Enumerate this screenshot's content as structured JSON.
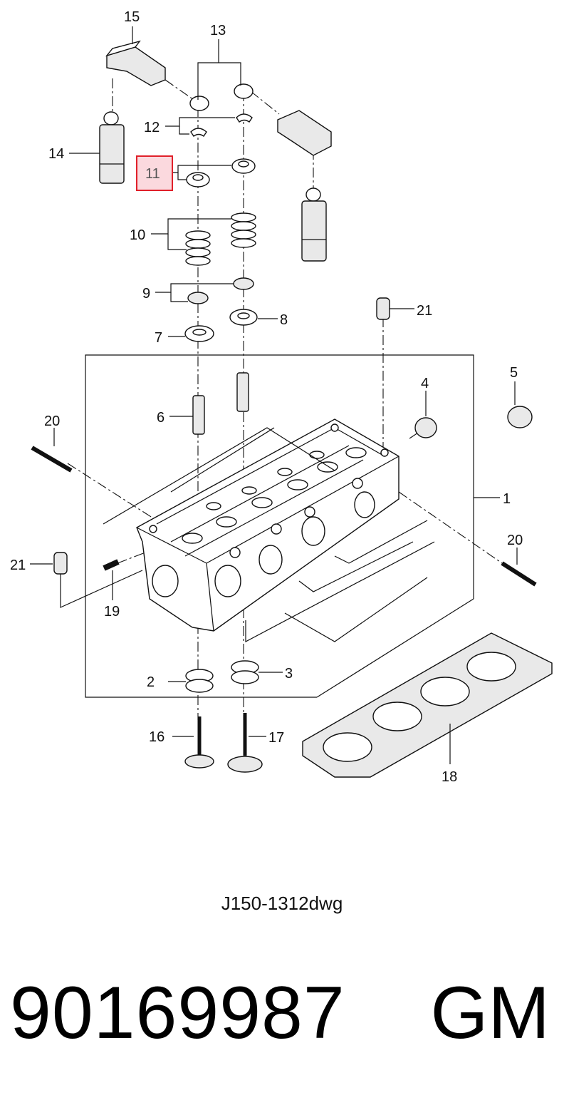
{
  "diagram": {
    "callouts": [
      "1",
      "2",
      "3",
      "4",
      "5",
      "6",
      "7",
      "8",
      "9",
      "10",
      "11",
      "12",
      "13",
      "14",
      "15",
      "16",
      "17",
      "18",
      "19",
      "20",
      "20",
      "21",
      "21"
    ],
    "highlighted_callout": "11",
    "highlight_color": "#e0202a",
    "highlight_fill": "#fbd9de"
  },
  "drawing_code": "J150-1312dwg",
  "part_number": "90169987",
  "brand": "GM"
}
